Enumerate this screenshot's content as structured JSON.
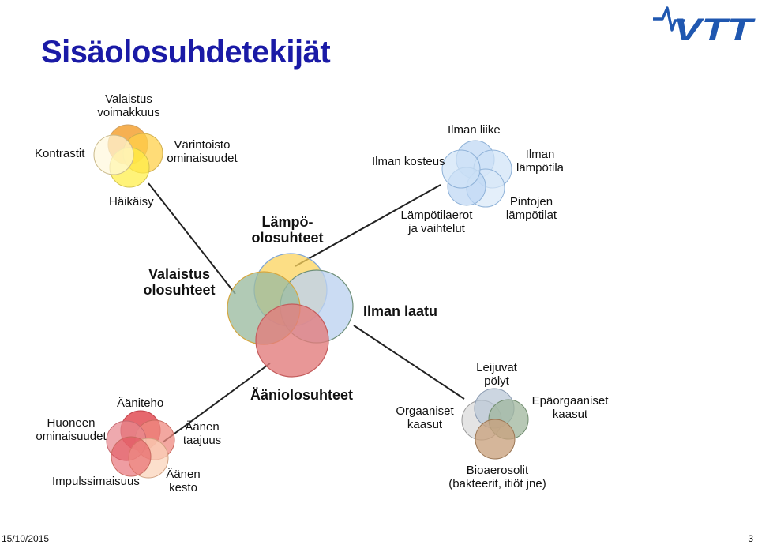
{
  "slide": {
    "title": "Sisäolosuhdetekijät",
    "date": "15/10/2015",
    "page_number": "3"
  },
  "logo": {
    "text": "VTT",
    "color": "#1f57b0"
  },
  "colors": {
    "title": "#1a1aa6",
    "lighting": [
      "#f5a234",
      "#ffd04a",
      "#ffee45",
      "#fff8dc"
    ],
    "air_quality": [
      "#bcd6f3",
      "#cfe2f7",
      "#d9e8f8"
    ],
    "center": [
      "#fbd35c",
      "#bcd2ef",
      "#9bbba0",
      "#e27d7d"
    ],
    "sound": [
      "#e24d55",
      "#ef8a80",
      "#e8888f",
      "#fbd3b8"
    ],
    "particles": [
      "#d9d9d9",
      "#b8c6d6",
      "#9fb59c",
      "#c9a27d"
    ]
  },
  "center": {
    "lighting_label_1": "Valaistus",
    "lighting_label_2": "olosuhteet",
    "thermal_label_1": "Lämpö-",
    "thermal_label_2": "olosuhteet",
    "air_label": "Ilman laatu",
    "sound_label": "Ääniolosuhteet"
  },
  "lighting": {
    "intensity_1": "Valaistus",
    "intensity_2": "voimakkuus",
    "contrasts": "Kontrastit",
    "color_rendering_1": "Värintoisto",
    "color_rendering_2": "ominaisuudet",
    "glare": "Häikäisy"
  },
  "thermal": {
    "air_movement": "Ilman liike",
    "air_humidity": "Ilman kosteus",
    "air_temperature_1": "Ilman",
    "air_temperature_2": "lämpötila",
    "surface_temperatures_1": "Pintojen",
    "surface_temperatures_2": "lämpötilat",
    "temperature_differences_1": "Lämpötilaerot",
    "temperature_differences_2": "ja vaihtelut"
  },
  "sound": {
    "sound_power": "Ääniteho",
    "room_properties_1": "Huoneen",
    "room_properties_2": "ominaisuudet",
    "frequency_1": "Äänen",
    "frequency_2": "taajuus",
    "impulsiveness": "Impulssimaisuus",
    "duration_1": "Äänen",
    "duration_2": "kesto"
  },
  "particles": {
    "dust_1": "Leijuvat",
    "dust_2": "pölyt",
    "organic_gases_1": "Orgaaniset",
    "organic_gases_2": "kaasut",
    "inorganic_gases_1": "Epäorgaaniset",
    "inorganic_gases_2": "kaasut",
    "bioaerosols_1": "Bioaerosolit",
    "bioaerosols_2": "(bakteerit, itiöt jne)"
  }
}
